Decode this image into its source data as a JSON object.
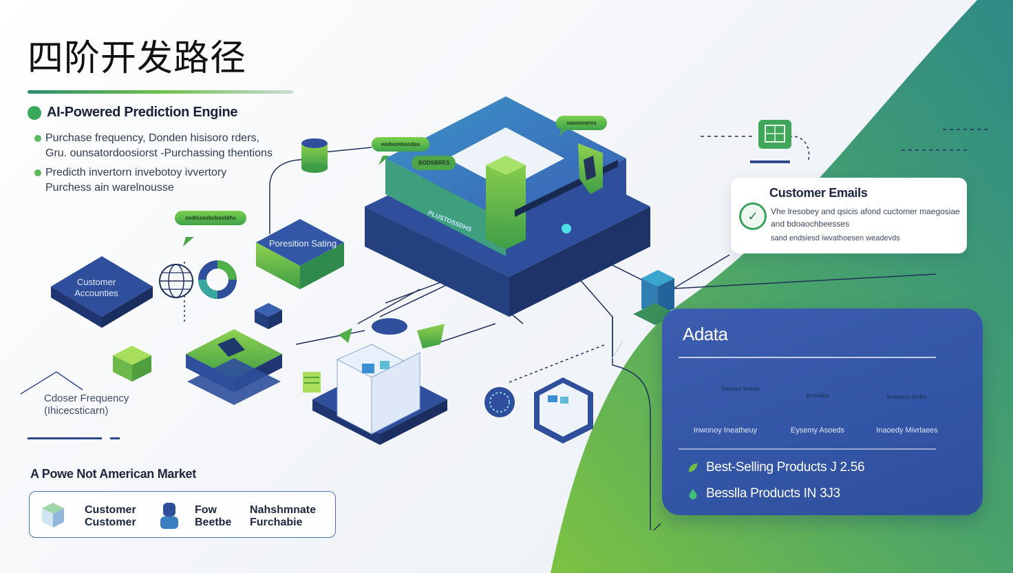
{
  "title": "四阶开发路径",
  "features": {
    "heading": "AI-Powered Prediction Engine",
    "bullets": [
      {
        "line1": "Purchase frequency, Donden hisisoro rders,",
        "line2": "Gru. ounsatordoosiorst -Purchassing thentions"
      },
      {
        "line1": "Predicth invertorn invebotoy ivvertory",
        "line2": "Purchess ain warelnousse"
      }
    ]
  },
  "diagram": {
    "accounts_label": "Customer Accounties",
    "prediction_label": "Poresition Sating",
    "bubble_a": "ssdlsseshcbsstdhs",
    "bubble_b": "eedsonbsodas",
    "bubble_c": "BODSBRES",
    "bubble_d": "saoseeerss",
    "platform_label": "PLUSTOSSDHS",
    "frequency_label": "Cdoser Frequency (Ihicecsticarn)"
  },
  "market": {
    "heading": "A Powe Not American Market",
    "items": [
      {
        "line1": "Customer",
        "line2": "Customer"
      },
      {
        "line1": "Fow",
        "line2": "Beetbe"
      },
      {
        "line1": "Nahshmnate",
        "line2": "Furchabie"
      }
    ]
  },
  "emails": {
    "title": "Customer Emails",
    "icon_glyph": "✓",
    "text": "Vhe lresobey and qsicis afond cuctomer maegosiae and bdoaochbeesses",
    "subtext": "sand endsiesd iwvathoesen weadevds"
  },
  "adata": {
    "title": "Adata",
    "cubes": [
      {
        "label": "Inwonoy Ineatheuy",
        "mini": "Deonss Seosn"
      },
      {
        "label": "Eysemy Asoeds",
        "mini": "Bosadks"
      },
      {
        "label": "Inaoedy Mivrlaees",
        "mini": "Searpsts Stsbs"
      }
    ],
    "best_1": "Best-Selling Products J 2.56",
    "best_2": "Besslla Products IN 3J3"
  },
  "colors": {
    "navy": "#2f4f9c",
    "green": "#4fb04a",
    "teal": "#2c8c70"
  }
}
